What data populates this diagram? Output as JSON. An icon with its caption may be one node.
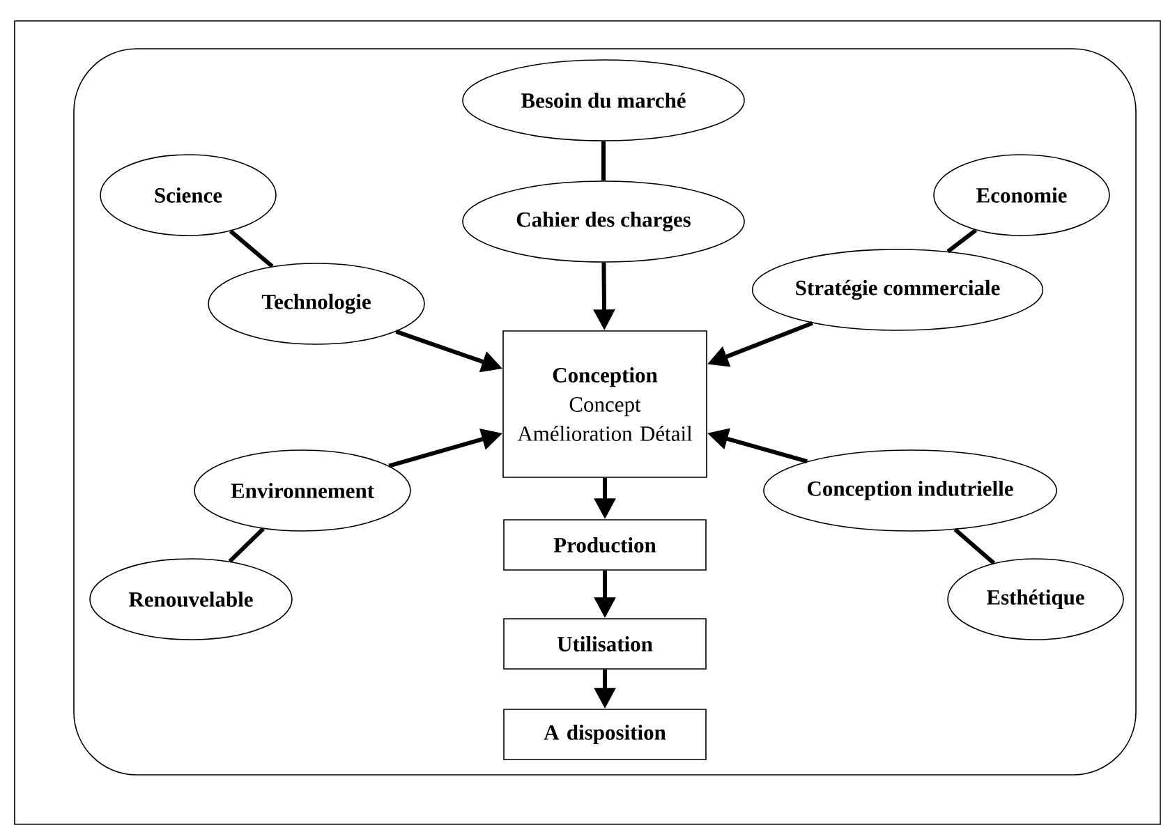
{
  "diagram": {
    "nodes": [
      {
        "text": [
          "Besoin du marché"
        ]
      },
      {
        "text": [
          "Cahier des charges"
        ]
      },
      {
        "text": [
          "Science"
        ]
      },
      {
        "text": [
          "Technologie"
        ]
      },
      {
        "text": [
          "Economie"
        ]
      },
      {
        "text": [
          "Stratégie commerciale"
        ]
      },
      {
        "text": [
          "Conception",
          "Concept Amélioration Détail"
        ]
      },
      {
        "text": [
          "Environnement"
        ]
      },
      {
        "text": [
          "Renouvelable"
        ]
      },
      {
        "text": [
          "Conception indutrielle"
        ]
      },
      {
        "text": [
          "Esthétique"
        ]
      },
      {
        "text": [
          "Production"
        ]
      },
      {
        "text": [
          "Utilisation"
        ]
      },
      {
        "text": [
          "A disposition"
        ]
      }
    ],
    "edges": [
      {
        "from": 0,
        "to": 1,
        "arrow": "none"
      },
      {
        "from": 1,
        "to": 6,
        "arrow": "to"
      },
      {
        "from": 2,
        "to": 3,
        "arrow": "none"
      },
      {
        "from": 3,
        "to": 6,
        "arrow": "to"
      },
      {
        "from": 4,
        "to": 5,
        "arrow": "none"
      },
      {
        "from": 5,
        "to": 6,
        "arrow": "to"
      },
      {
        "from": 7,
        "to": 6,
        "arrow": "to"
      },
      {
        "from": 8,
        "to": 7,
        "arrow": "none"
      },
      {
        "from": 9,
        "to": 6,
        "arrow": "to"
      },
      {
        "from": 10,
        "to": 9,
        "arrow": "none"
      },
      {
        "from": 6,
        "to": 11,
        "arrow": "to"
      },
      {
        "from": 11,
        "to": 12,
        "arrow": "to"
      },
      {
        "from": 12,
        "to": 13,
        "arrow": "to"
      }
    ]
  }
}
